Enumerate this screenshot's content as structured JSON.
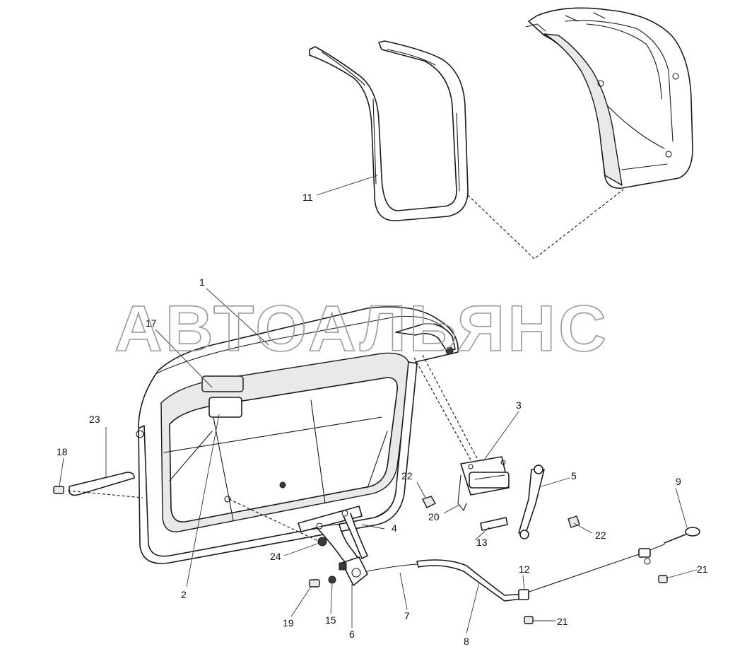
{
  "watermark": "АВТОАЛЬЯНС",
  "callouts": [
    "1",
    "2",
    "3",
    "4",
    "5",
    "6",
    "7",
    "8",
    "9",
    "11",
    "12",
    "13",
    "15",
    "17",
    "18",
    "19",
    "20",
    "21",
    "21",
    "22",
    "22",
    "23",
    "24"
  ]
}
